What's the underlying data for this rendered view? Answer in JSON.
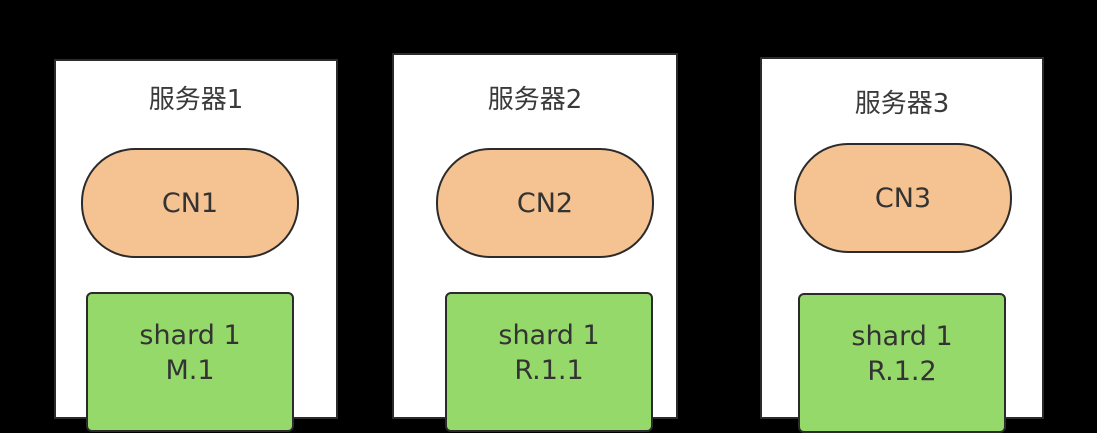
{
  "servers": [
    {
      "title": "服务器1",
      "cn": "CN1",
      "shard_name": "shard 1",
      "shard_role": "M.1"
    },
    {
      "title": "服务器2",
      "cn": "CN2",
      "shard_name": "shard 1",
      "shard_role": "R.1.1"
    },
    {
      "title": "服务器3",
      "cn": "CN3",
      "shard_name": "shard 1",
      "shard_role": "R.1.2"
    }
  ],
  "colors": {
    "background": "#000000",
    "server_fill": "#ffffff",
    "cn_fill": "#f5c291",
    "shard_fill": "#95d96b",
    "outline": "#2b2b2b"
  }
}
